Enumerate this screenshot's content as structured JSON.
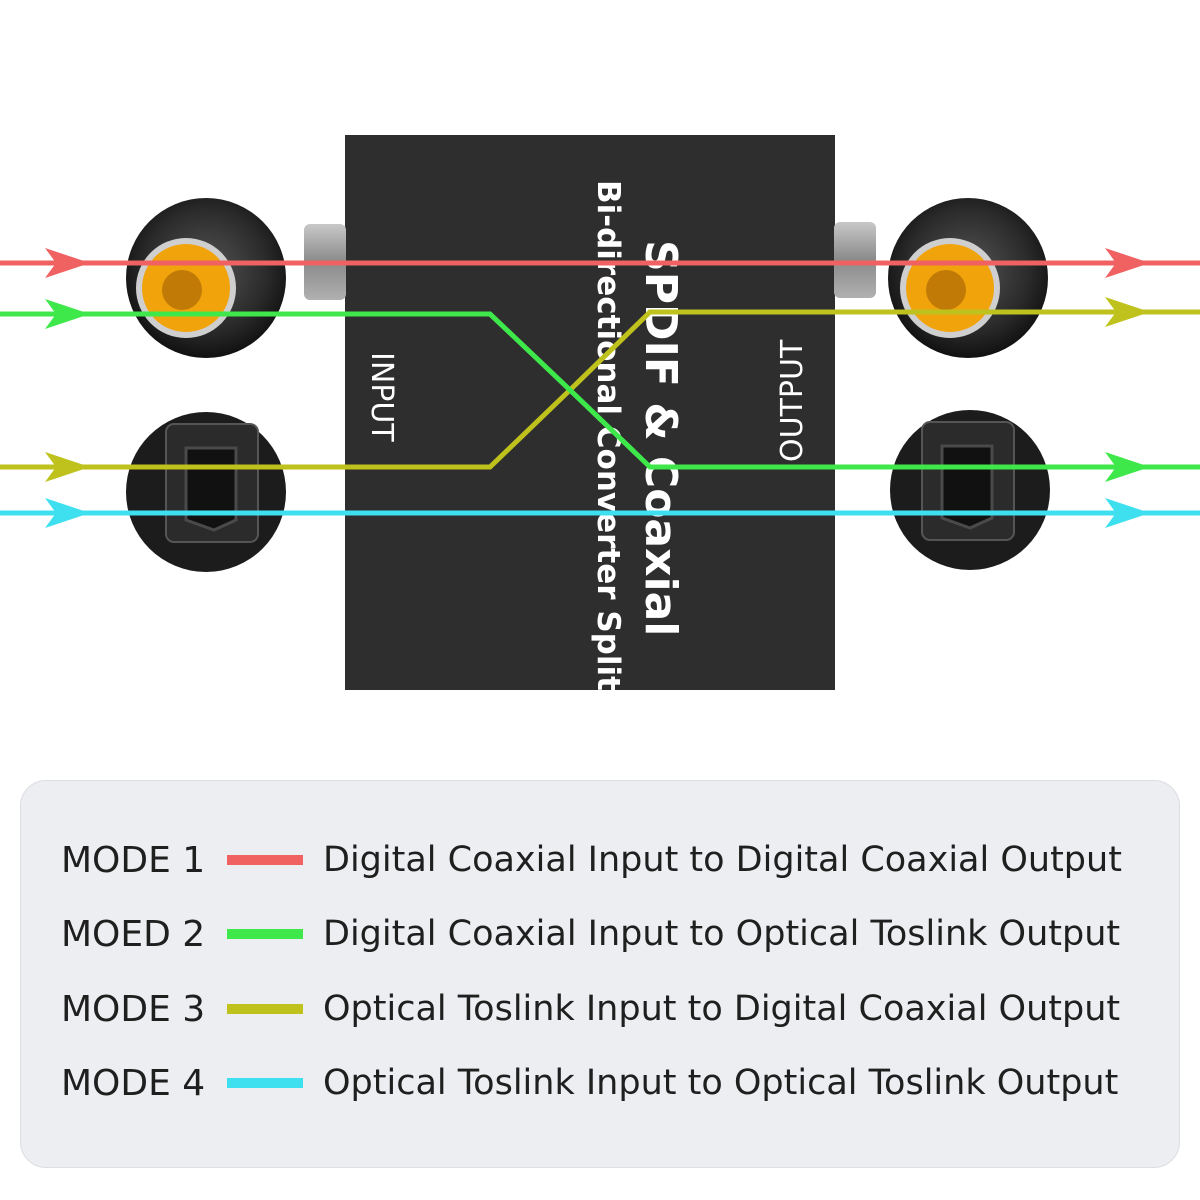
{
  "device": {
    "title": "SPDIF & Coaxial",
    "subtitle": "Bi-directional Converter Splitter",
    "input_label": "INPUT",
    "output_label": "OUTPUT",
    "body_color": "#2e2e2e"
  },
  "ports": {
    "left": [
      "coaxial",
      "optical-toslink"
    ],
    "right": [
      "coaxial",
      "optical-toslink"
    ]
  },
  "colors": {
    "mode1": "#f06262",
    "mode2": "#3fe84a",
    "mode3": "#bfc21c",
    "mode4": "#3ee0f0"
  },
  "legend": [
    {
      "mode": "MODE 1",
      "color": "#f06262",
      "description": "Digital Coaxial Input to Digital Coaxial Output"
    },
    {
      "mode": "MOED 2",
      "color": "#3fe84a",
      "description": "Digital Coaxial Input to Optical Toslink Output"
    },
    {
      "mode": "MODE 3",
      "color": "#bfc21c",
      "description": "Optical Toslink Input to Digital Coaxial Output"
    },
    {
      "mode": "MODE 4",
      "color": "#3ee0f0",
      "description": "Optical Toslink Input to Optical Toslink Output"
    }
  ]
}
